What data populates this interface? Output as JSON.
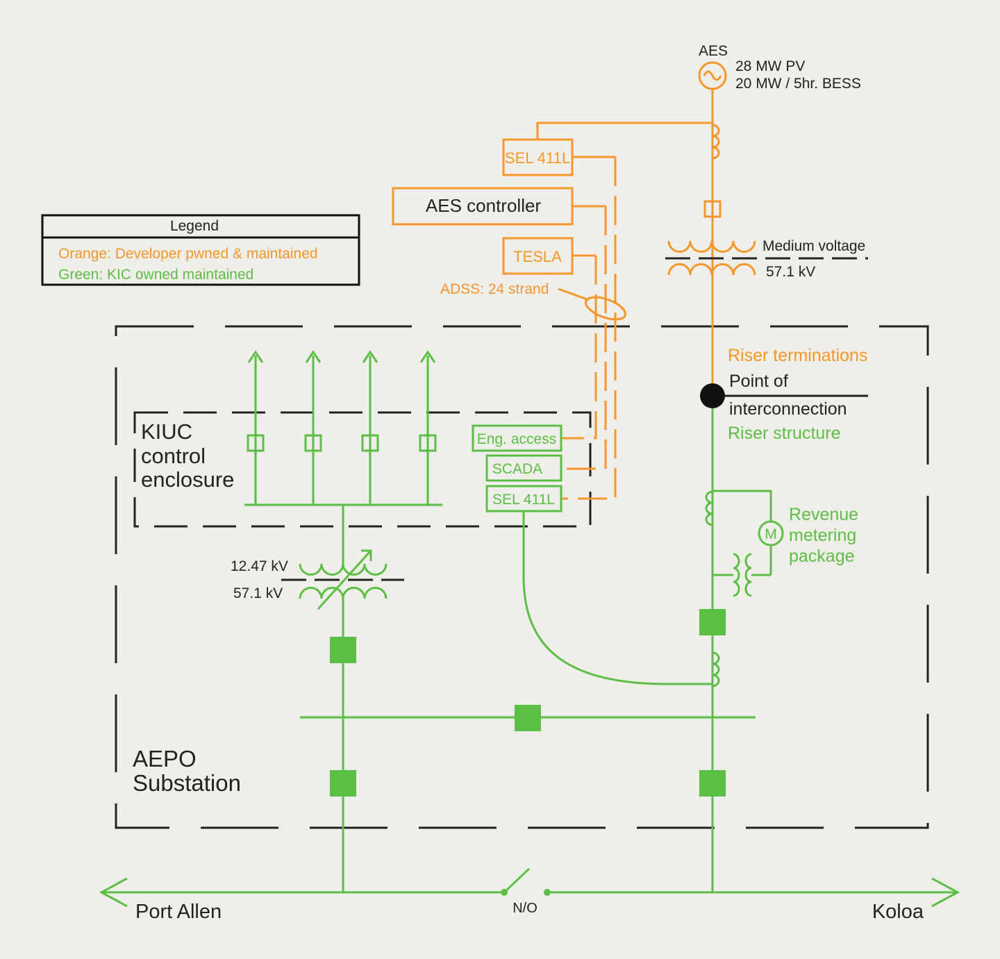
{
  "legend": {
    "title": "Legend",
    "orange": "Orange: Developer pwned & maintained",
    "green": "Green: KIC owned  maintained"
  },
  "source": {
    "name": "AES",
    "pv": "28 MW PV",
    "bess": "20 MW / 5hr. BESS"
  },
  "devices": {
    "sel_top": "SEL 411L",
    "aes_controller": "AES controller",
    "tesla": "TESLA",
    "adss": "ADSS: 24 strand",
    "eng_access": "Eng. access",
    "scada": "SCADA",
    "sel_bottom": "SEL 411L"
  },
  "transformer_mv": {
    "label": "Medium voltage",
    "kv": "57.1 kV"
  },
  "transformer_sub": {
    "hv": "12.47 kV",
    "lv": "57.1 kV"
  },
  "poi": {
    "riser_terminations": "Riser terminations",
    "line1": "Point of",
    "line2": "interconnection",
    "riser_structure": "Riser structure"
  },
  "metering": {
    "symbol": "M",
    "line1": "Revenue",
    "line2": "metering",
    "line3": "package"
  },
  "enclosure": {
    "line1": "KIUC",
    "line2": "control",
    "line3": "enclosure"
  },
  "substation": {
    "line1": "AEPO",
    "line2": "Substation"
  },
  "feeders": {
    "left": "Port Allen",
    "right": "Koloa",
    "switch": "N/O"
  },
  "colors": {
    "developer": "#f5962a",
    "kic": "#5bbf45",
    "background": "#efeee8"
  }
}
